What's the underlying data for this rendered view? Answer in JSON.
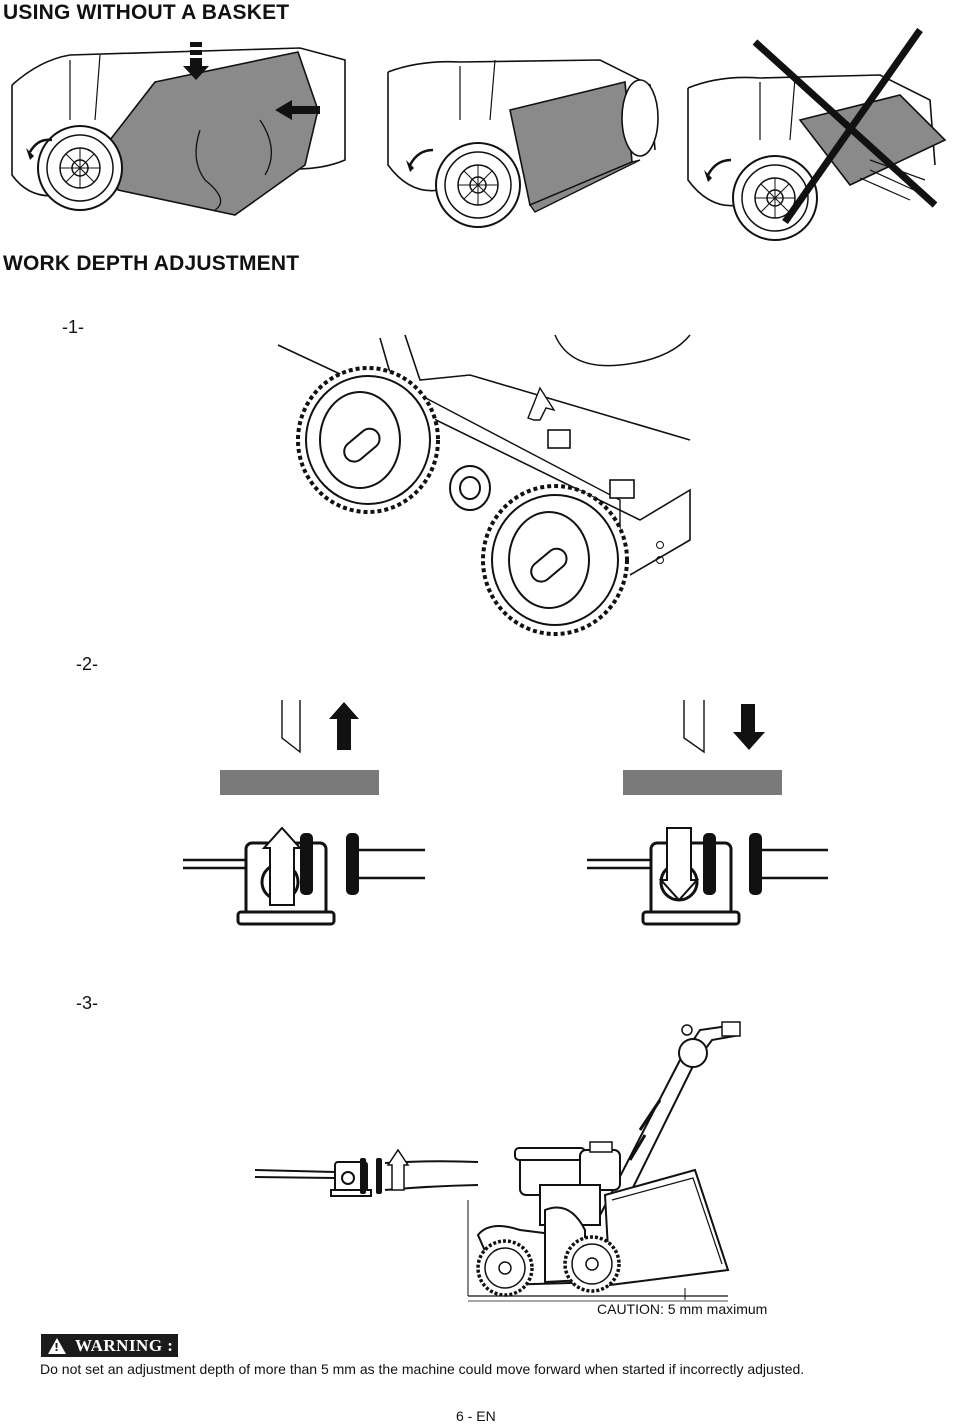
{
  "sections": {
    "basket_title": "USING WITHOUT A BASKET",
    "depth_title": "WORK DEPTH ADJUSTMENT"
  },
  "steps": {
    "step1": "-1-",
    "step2": "-2-",
    "step3": "-3-"
  },
  "caution": "CAUTION: 5 mm maximum",
  "warning": {
    "label": "WARNING :",
    "text": "Do not set an adjustment depth of more than 5 mm as the machine could move forward when started if incorrectly adjusted."
  },
  "page_number": "6 - EN",
  "colors": {
    "panel_gray": "#7a7a7a",
    "line": "#111111",
    "badge_bg": "#1b1b1b"
  },
  "icons": [
    "up-arrow-icon",
    "down-arrow-icon",
    "warning-triangle-icon",
    "cross-out-icon",
    "rotate-arrow-icon"
  ]
}
